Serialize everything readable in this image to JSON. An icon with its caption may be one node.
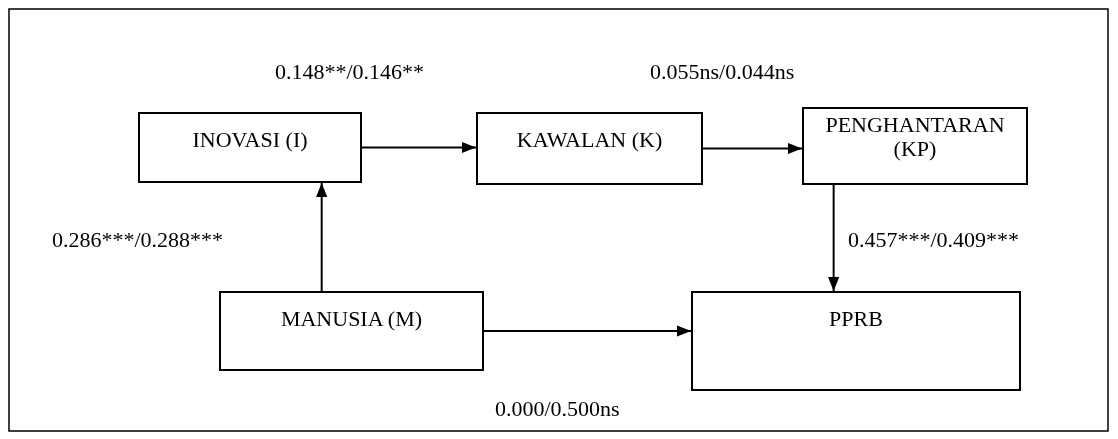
{
  "diagram": {
    "nodes": [
      {
        "text": [
          "INOVASI (I)"
        ]
      },
      {
        "text": [
          "KAWALAN (K)"
        ]
      },
      {
        "text": [
          "PENGHANTARAN (KP)"
        ]
      },
      {
        "text": [
          "MANUSIA (M)"
        ]
      },
      {
        "text": [
          "PPRB"
        ]
      }
    ],
    "edges": [
      {
        "from": 0,
        "to": 1,
        "arrow": "to",
        "label": "0.148**/0.146**"
      },
      {
        "from": 1,
        "to": 2,
        "arrow": "to",
        "label": "0.055ns/0.044ns"
      },
      {
        "from": 2,
        "to": 4,
        "arrow": "to",
        "label": "0.457***/0.409***"
      },
      {
        "from": 3,
        "to": 0,
        "arrow": "to",
        "label": "0.286***/0.288***"
      },
      {
        "from": 3,
        "to": 4,
        "arrow": "to",
        "label": "0.000/0.500ns"
      }
    ]
  }
}
